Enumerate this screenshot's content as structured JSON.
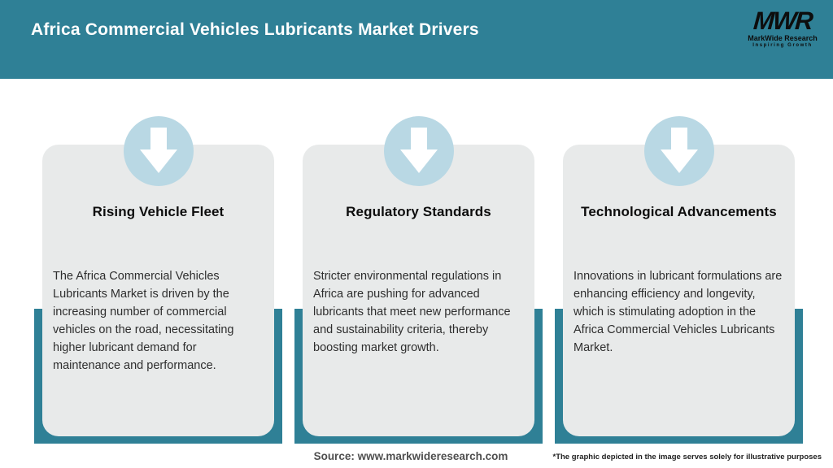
{
  "header": {
    "title": "Africa Commercial Vehicles Lubricants Market Drivers",
    "logo": {
      "mark": "MWR",
      "name": "MarkWide Research",
      "tagline": "Inspiring Growth"
    }
  },
  "cards": [
    {
      "icon": "down-arrow-icon",
      "title": "Rising Vehicle Fleet",
      "body": "The Africa Commercial Vehicles Lubricants Market is driven by the increasing number of commercial vehicles on the road, necessitating higher lubricant demand for maintenance and performance."
    },
    {
      "icon": "down-arrow-icon",
      "title": "Regulatory Standards",
      "body": "Stricter environmental regulations in Africa are pushing for advanced lubricants that meet new performance and sustainability criteria, thereby boosting market growth."
    },
    {
      "icon": "down-arrow-icon",
      "title": "Technological Advancements",
      "body": "Innovations in lubricant formulations are enhancing efficiency and longevity, which is stimulating adoption in the Africa Commercial Vehicles Lubricants Market."
    }
  ],
  "footer": {
    "source": "Source: www.markwideresearch.com",
    "disclaimer": "*The graphic depicted in the image serves solely for illustrative purposes"
  },
  "colors": {
    "accent_teal": "#2f8096",
    "card_background": "#e8eaea",
    "icon_circle_blue": "#b9d8e4",
    "arrow_white": "#ffffff",
    "title_text": "#0d0d0d",
    "body_text": "#2e2e2e",
    "source_text": "#4f4f4f"
  }
}
